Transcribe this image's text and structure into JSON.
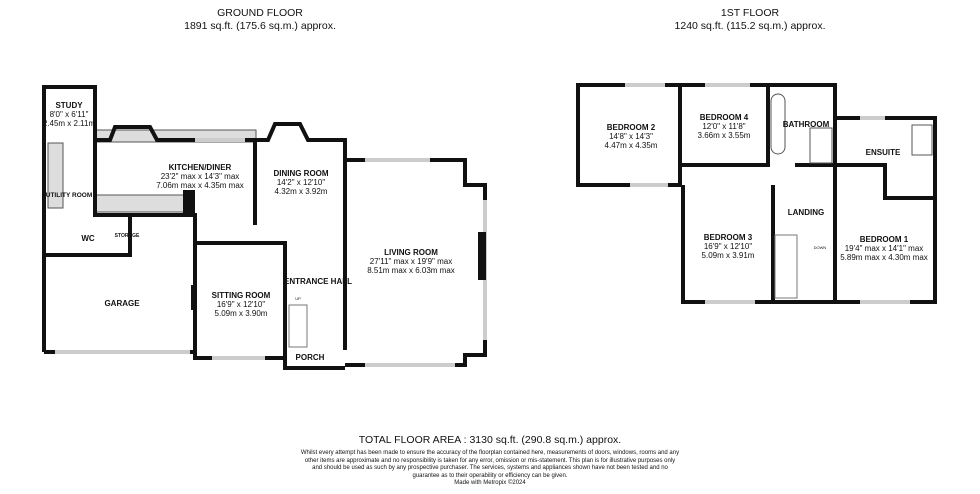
{
  "ground_floor": {
    "title": "GROUND FLOOR",
    "area": "1891 sq.ft. (175.6 sq.m.) approx.",
    "rooms": [
      {
        "name": "STUDY",
        "dim1": "8'0\"  x 6'11\"",
        "dim2": "2.45m  x 2.11m"
      },
      {
        "name": "UTILITY ROOM",
        "dim1": "",
        "dim2": ""
      },
      {
        "name": "KITCHEN/DINER",
        "dim1": "23'2\" max x 14'3\" max",
        "dim2": "7.06m max x 4.35m max"
      },
      {
        "name": "DINING ROOM",
        "dim1": "14'2\"  x 12'10\"",
        "dim2": "4.32m  x 3.92m"
      },
      {
        "name": "LIVING ROOM",
        "dim1": "27'11\" max x 19'9\" max",
        "dim2": "8.51m max x 6.03m max"
      },
      {
        "name": "WC",
        "dim1": "",
        "dim2": ""
      },
      {
        "name": "STORAGE",
        "dim1": "",
        "dim2": ""
      },
      {
        "name": "GARAGE",
        "dim1": "",
        "dim2": ""
      },
      {
        "name": "SITTING ROOM",
        "dim1": "16'9\"  x 12'10\"",
        "dim2": "5.09m  x 3.90m"
      },
      {
        "name": "ENTRANCE HALL",
        "dim1": "",
        "dim2": ""
      },
      {
        "name": "PORCH",
        "dim1": "",
        "dim2": ""
      }
    ],
    "stair_label": "UP"
  },
  "first_floor": {
    "title": "1ST FLOOR",
    "area": "1240 sq.ft. (115.2 sq.m.) approx.",
    "rooms": [
      {
        "name": "BEDROOM 2",
        "dim1": "14'8\"  x 14'3\"",
        "dim2": "4.47m  x 4.35m"
      },
      {
        "name": "BEDROOM 4",
        "dim1": "12'0\"  x 11'8\"",
        "dim2": "3.66m  x 3.55m"
      },
      {
        "name": "BATHROOM",
        "dim1": "",
        "dim2": ""
      },
      {
        "name": "ENSUITE",
        "dim1": "",
        "dim2": ""
      },
      {
        "name": "LANDING",
        "dim1": "",
        "dim2": ""
      },
      {
        "name": "BEDROOM 3",
        "dim1": "16'9\"  x 12'10\"",
        "dim2": "5.09m  x 3.91m"
      },
      {
        "name": "BEDROOM 1",
        "dim1": "19'4\" max x 14'1\" max",
        "dim2": "5.89m max x 4.30m max"
      }
    ],
    "stair_label": "DOWN"
  },
  "footer": {
    "total": "TOTAL FLOOR AREA : 3130 sq.ft. (290.8 sq.m.) approx.",
    "disclaimer": "Whilst every attempt has been made to ensure the accuracy of the floorplan contained here, measurements of doors, windows, rooms and any other items are approximate and no responsibility is taken for any error, omission or mis-statement. This plan is for illustrative purposes only and should be used as such by any prospective purchaser. The services, systems and appliances shown have not been tested and no guarantee as to their operability or efficiency can be given.",
    "credit": "Made with Metropix ©2024"
  }
}
